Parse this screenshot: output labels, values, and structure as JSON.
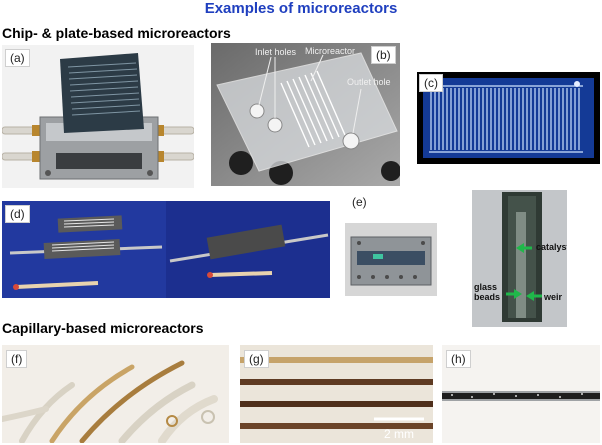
{
  "title": "Examples of microreactors",
  "sections": {
    "chip": "Chip- & plate-based microreactors",
    "capillary": "Capillary-based microreactors"
  },
  "panels": {
    "a": "(a)",
    "b": "(b)",
    "c": "(c)",
    "d": "(d)",
    "e": "(e)",
    "f": "(f)",
    "g": "(g)",
    "h": "(h)"
  },
  "annotations": {
    "inlet_holes": "Inlet holes",
    "microreactor": "Microreactor",
    "outlet_hole": "Outlet hole",
    "catalyst": "catalyst",
    "glass_beads": "glass\nbeads",
    "weir": "weir",
    "scale": "2 mm"
  },
  "colors": {
    "title": "#1f3fbf",
    "arrow_green": "#1fb84a"
  }
}
